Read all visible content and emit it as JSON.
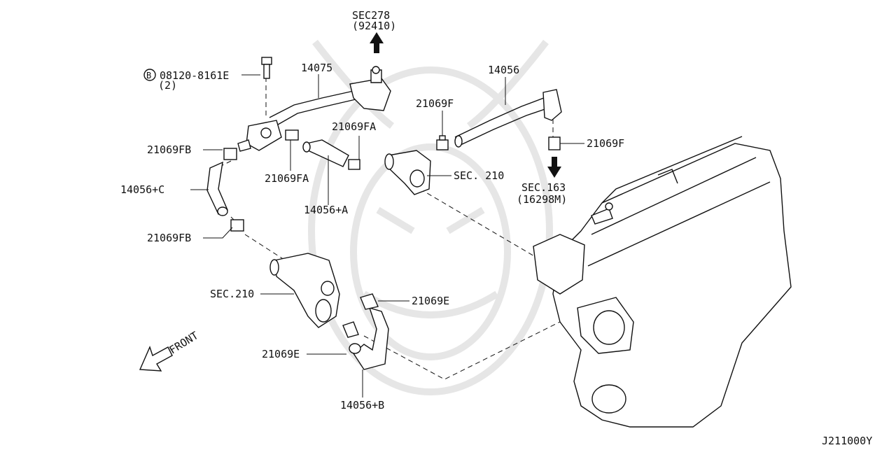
{
  "diagram_id": "J211000Y",
  "labels": {
    "sec278": "SEC278",
    "sec278_sub": "(92410)",
    "bolt_code": "08120-8161E",
    "bolt_qty": "(2)",
    "bolt_marker": "B",
    "p14075": "14075",
    "p14056": "14056",
    "p21069f_top": "21069F",
    "p21069f_right": "21069F",
    "p21069fa_top": "21069FA",
    "p21069fa_low": "21069FA",
    "p21069fb_top": "21069FB",
    "p21069fb_low": "21069FB",
    "p14056c": "14056+C",
    "p14056a": "14056+A",
    "sec210_top": "SEC. 210",
    "sec163": "SEC.163",
    "sec163_sub": "(16298M)",
    "sec210_low": "SEC.210",
    "p21069e_right": "21069E",
    "p21069e_low": "21069E",
    "p14056b": "14056+B",
    "front": "FRONT"
  }
}
